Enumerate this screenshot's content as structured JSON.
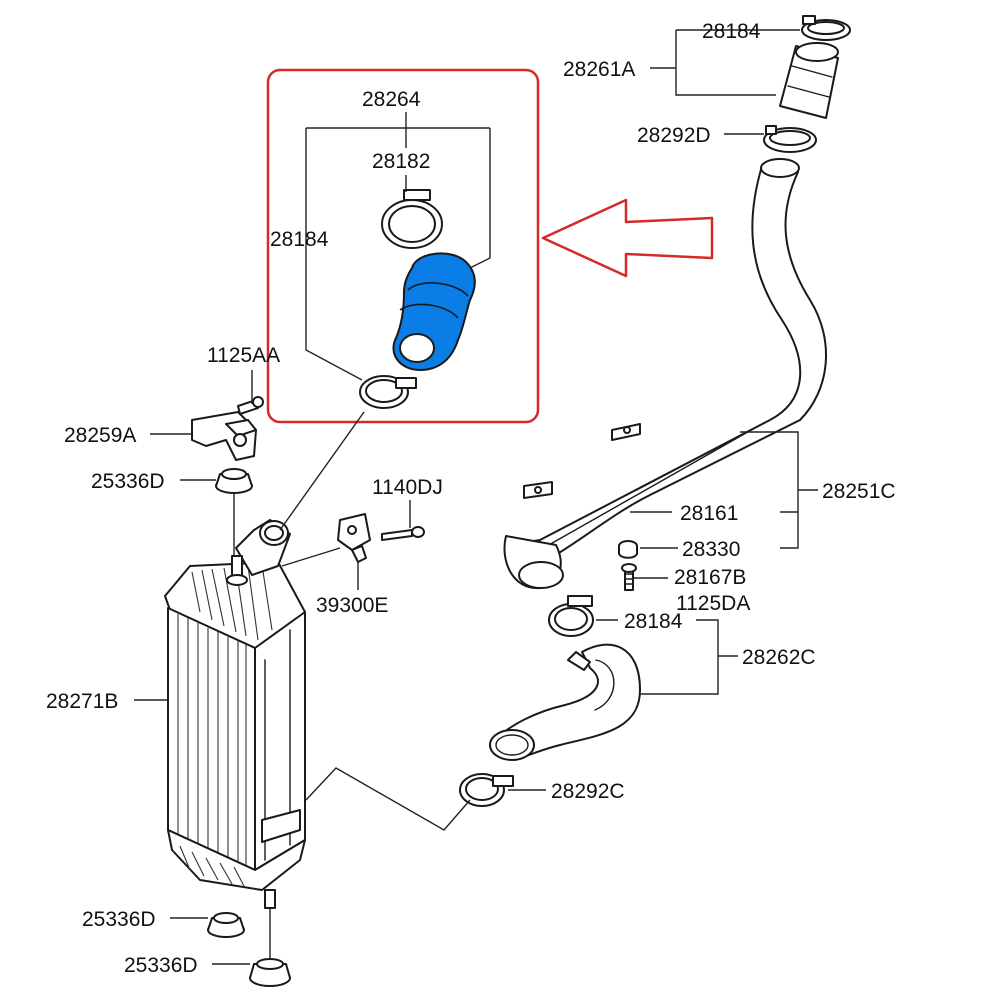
{
  "colors": {
    "highlight_box": "#d42a2a",
    "highlight_part": "#0a7de6",
    "line": "#1a1a1a"
  },
  "labels": {
    "p28184_top": "28184",
    "p28261A": "28261A",
    "p28292D": "28292D",
    "p28264": "28264",
    "p28182": "28182",
    "p28184_box": "28184",
    "p1125AA": "1125AA",
    "p28259A": "28259A",
    "p25336D_top": "25336D",
    "p1140DJ": "1140DJ",
    "p39300E": "39300E",
    "p28251C": "28251C",
    "p28161": "28161",
    "p28330": "28330",
    "p28167B": "28167B",
    "p1125DA": "1125DA",
    "p28184_mid": "28184",
    "p28262C": "28262C",
    "p28271B": "28271B",
    "p28292C": "28292C",
    "p25336D_bot1": "25336D",
    "p25336D_bot2": "25336D"
  },
  "icons": {
    "arrow": "left-arrow-icon"
  }
}
